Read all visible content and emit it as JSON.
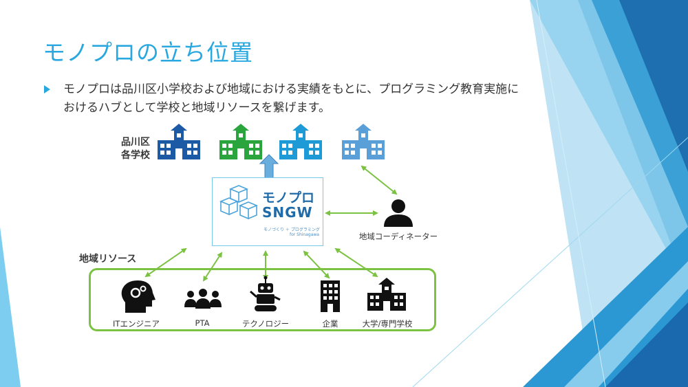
{
  "slide": {
    "title": "モノプロの立ち位置",
    "bullet": "モノプロは品川区小学校および地域における実績をもとに、プログラミング教育実施におけるハブとして学校と地域リソースを繋げます。"
  },
  "diagram": {
    "schools_label": "品川区\n各学校",
    "school_icon": "school-building-icon",
    "schools": [
      {
        "icon": "school-building-icon",
        "color": "#1c5aa6"
      },
      {
        "icon": "school-building-icon",
        "color": "#2aa43c"
      },
      {
        "icon": "school-building-icon",
        "color": "#1e9ad6"
      },
      {
        "icon": "school-building-icon",
        "color": "#5b9fd9"
      }
    ],
    "center": {
      "name_line1": "モノプロ",
      "name_line2": "SNGW",
      "sub_line1": "モノづくり ＋ プログラミング",
      "sub_line2": "for Shinagawa",
      "logo_icon": "cubes-logo-icon"
    },
    "coordinator": {
      "label": "地域コーディネーター",
      "icon": "person-icon"
    },
    "resources_label": "地域リソース",
    "resources": [
      {
        "label": "ITエンジニア",
        "icon": "head-gears-icon"
      },
      {
        "label": "PTA",
        "icon": "people-group-icon"
      },
      {
        "label": "テクノロジー",
        "icon": "robot-icon"
      },
      {
        "label": "企業",
        "icon": "office-building-icon"
      },
      {
        "label": "大学/専門学校",
        "icon": "university-icon"
      }
    ],
    "colors": {
      "title": "#29a8e0",
      "connector": "#7cc242",
      "hub_arrow": "#6aaede",
      "icon_dark": "#111111"
    }
  }
}
